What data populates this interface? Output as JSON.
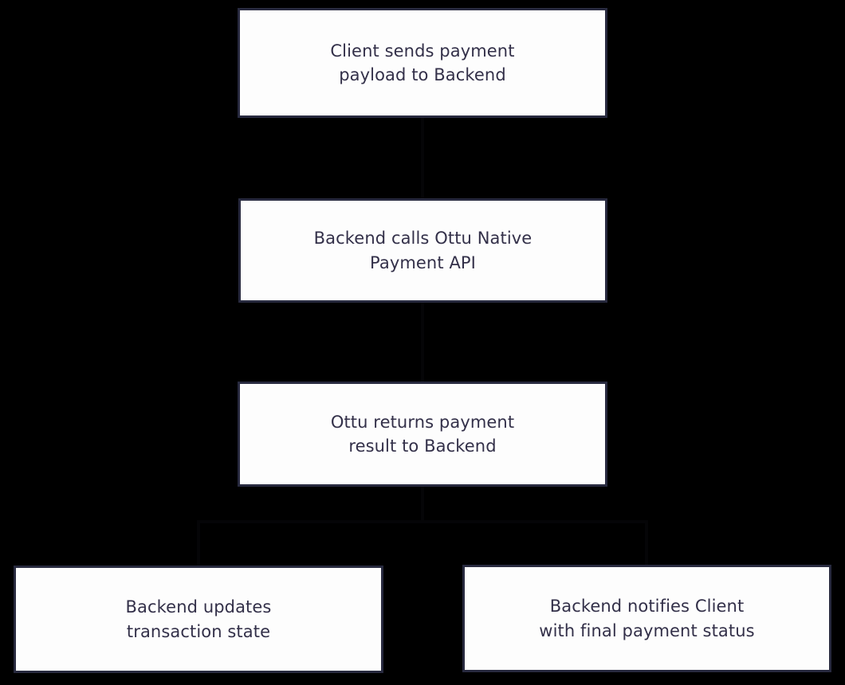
{
  "diagram": {
    "type": "flowchart",
    "orientation": "top-down",
    "background_color": "#000000",
    "node_fill_color": "#fdfdfd",
    "node_border_color": "#282a3f",
    "node_text_color": "#333049",
    "nodes": [
      {
        "id": "client-sends",
        "label": "Client sends payment\npayload to Backend",
        "line1": "Client sends payment",
        "line2": "payload to Backend"
      },
      {
        "id": "backend-calls",
        "label": "Backend calls Ottu Native\nPayment API",
        "line1": "Backend calls Ottu Native",
        "line2": "Payment API"
      },
      {
        "id": "ottu-returns",
        "label": "Ottu returns payment\nresult to Backend",
        "line1": "Ottu returns payment",
        "line2": "result to Backend"
      },
      {
        "id": "backend-updates",
        "label": "Backend updates\ntransaction state",
        "line1": "Backend updates",
        "line2": "transaction state"
      },
      {
        "id": "backend-notifies",
        "label": "Backend notifies Client\nwith final payment status",
        "line1": "Backend notifies Client",
        "line2": "with final payment status"
      }
    ],
    "edges": [
      {
        "id": "edge-1",
        "from": "client-sends",
        "to": "backend-calls",
        "label": ""
      },
      {
        "id": "edge-2",
        "from": "backend-calls",
        "to": "ottu-returns",
        "label": ""
      },
      {
        "id": "edge-3",
        "from": "ottu-returns",
        "to": "backend-updates",
        "label": ""
      },
      {
        "id": "edge-4",
        "from": "ottu-returns",
        "to": "backend-notifies",
        "label": ""
      }
    ]
  }
}
